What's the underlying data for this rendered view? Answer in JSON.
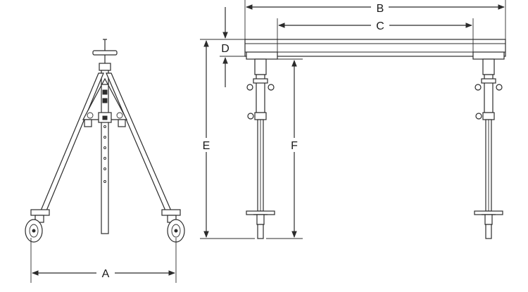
{
  "diagram": {
    "labels": {
      "a": "A",
      "b": "B",
      "c": "C",
      "d": "D",
      "e": "E",
      "f": "F"
    },
    "colors": {
      "line": "#2b2b2b",
      "background": "#ffffff"
    }
  }
}
